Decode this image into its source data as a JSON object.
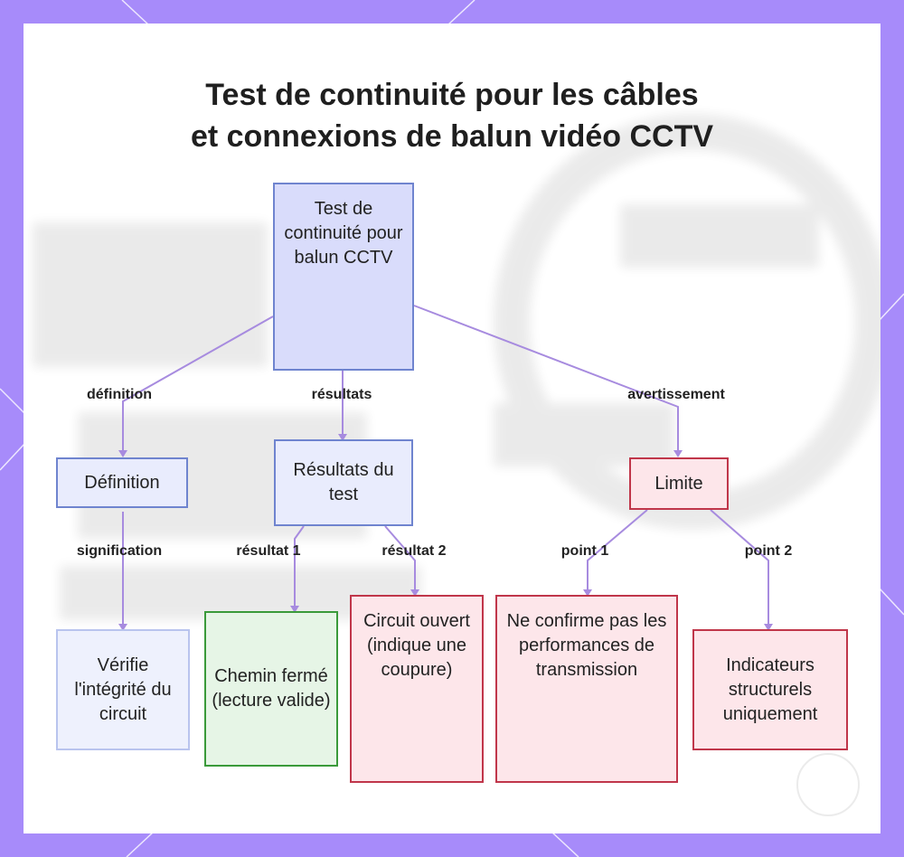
{
  "title": {
    "line1": "Test de continuité pour les câbles",
    "line2": "et connexions de balun vidéo CCTV"
  },
  "nodes": {
    "root": "Test de continuité pour balun CCTV",
    "definition": "Définition",
    "results": "Résultats du test",
    "limit": "Limite",
    "verify": "Vérifie l'intégrité du circuit",
    "closed": "Chemin fermé (lecture valide)",
    "open": "Circuit ouvert (indique une coupure)",
    "no_confirm": "Ne confirme pas les performances de transmission",
    "structural": "Indicateurs structurels uniquement"
  },
  "edges": {
    "definition": "définition",
    "results": "résultats",
    "warning": "avertissement",
    "meaning": "signification",
    "result1": "résultat 1",
    "result2": "résultat 2",
    "point1": "point 1",
    "point2": "point 2"
  },
  "colors": {
    "background": "#a78bfa",
    "edge": "#a78bdf",
    "blue_border": "#6f84cf",
    "red_border": "#c0364a",
    "green_border": "#3a9a3a"
  }
}
